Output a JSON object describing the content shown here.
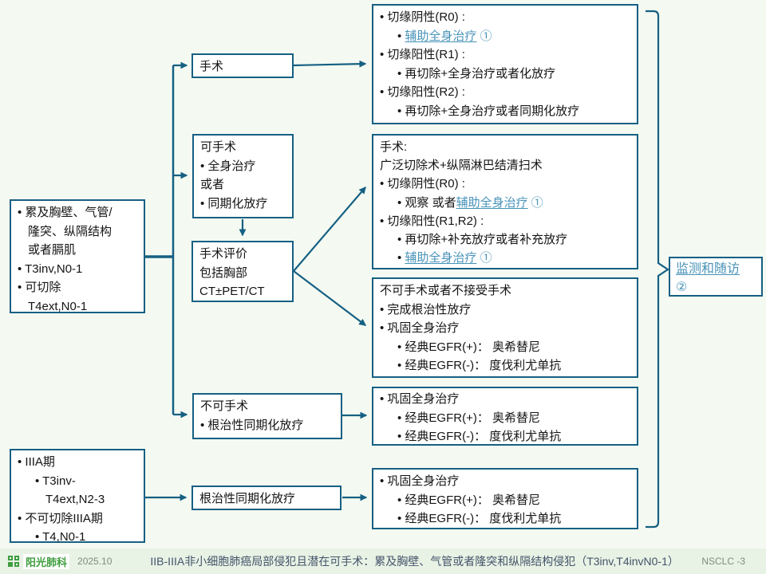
{
  "colors": {
    "bg": "#f4faf2",
    "footer_bg": "#e8f2e5",
    "border": "#166083",
    "link": "#4792b8",
    "brand_green": "#3f9e3f"
  },
  "left_boxes": {
    "upper": {
      "lines": [
        "• 累及胸壁、气管/",
        "隆突、纵隔结构",
        "或者膈肌",
        "• T3inv,N0-1",
        "• 可切除",
        "T4ext,N0-1"
      ]
    },
    "lower": {
      "lines": [
        "• IIIA期",
        "• T3inv-",
        "T4ext,N2-3",
        "• 不可切除IIIA期",
        "• T4,N0-1"
      ]
    }
  },
  "mid_boxes": {
    "surgery": {
      "label": "手术"
    },
    "operable": {
      "lines": [
        "可手术",
        "• 全身治疗",
        "或者",
        "• 同期化放疗"
      ]
    },
    "evaluation": {
      "lines": [
        "手术评价",
        "包括胸部",
        "CT±PET/CT"
      ]
    },
    "inoperable": {
      "lines": [
        "不可手术",
        "• 根治性同期化放疗"
      ]
    },
    "definitive_crt": {
      "label": "根治性同期化放疗"
    }
  },
  "right_boxes": {
    "r1": {
      "l1": "• 切缘阴性(R0) :",
      "l2": {
        "pre": "• ",
        "link": "辅助全身治疗",
        "suf": " ①"
      },
      "l3": "• 切缘阳性(R1) :",
      "l4": "• 再切除+全身治疗或者化放疗",
      "l5": "• 切缘阳性(R2) :",
      "l6": "• 再切除+全身治疗或者同期化放疗"
    },
    "r2": {
      "l1": "手术:",
      "l2": "广泛切除术+纵隔淋巴结清扫术",
      "l3": "• 切缘阴性(R0) :",
      "l4": {
        "pre": "• 观察 或者",
        "link": "辅助全身治疗",
        "suf": " ①"
      },
      "l5": "• 切缘阳性(R1,R2) :",
      "l6": "• 再切除+补充放疗或者补充放疗",
      "l7": {
        "pre": "• ",
        "link": "辅助全身治疗",
        "suf": " ①"
      }
    },
    "r3": {
      "l1": "不可手术或者不接受手术",
      "l2": "• 完成根治性放疗",
      "l3": "• 巩固全身治疗",
      "l4": "• 经典EGFR(+)： 奥希替尼",
      "l5": "• 经典EGFR(-)： 度伐利尤单抗"
    },
    "r4": {
      "l1": "• 巩固全身治疗",
      "l2": "• 经典EGFR(+)： 奥希替尼",
      "l3": "• 经典EGFR(-)： 度伐利尤单抗"
    },
    "r5": {
      "l1": "• 巩固全身治疗",
      "l2": "• 经典EGFR(+)： 奥希替尼",
      "l3": "• 经典EGFR(-)： 度伐利尤单抗"
    }
  },
  "monitor_box": {
    "link": "监测和随访",
    "note": "②"
  },
  "footer": {
    "brand": "阳光肺科",
    "date": "2025.10",
    "caption": "IIB-IIIA非小细胞肺癌局部侵犯且潜在可手术：累及胸壁、气管或者隆突和纵隔结构侵犯（T3inv,T4invN0-1）",
    "page": "NSCLC -3"
  }
}
